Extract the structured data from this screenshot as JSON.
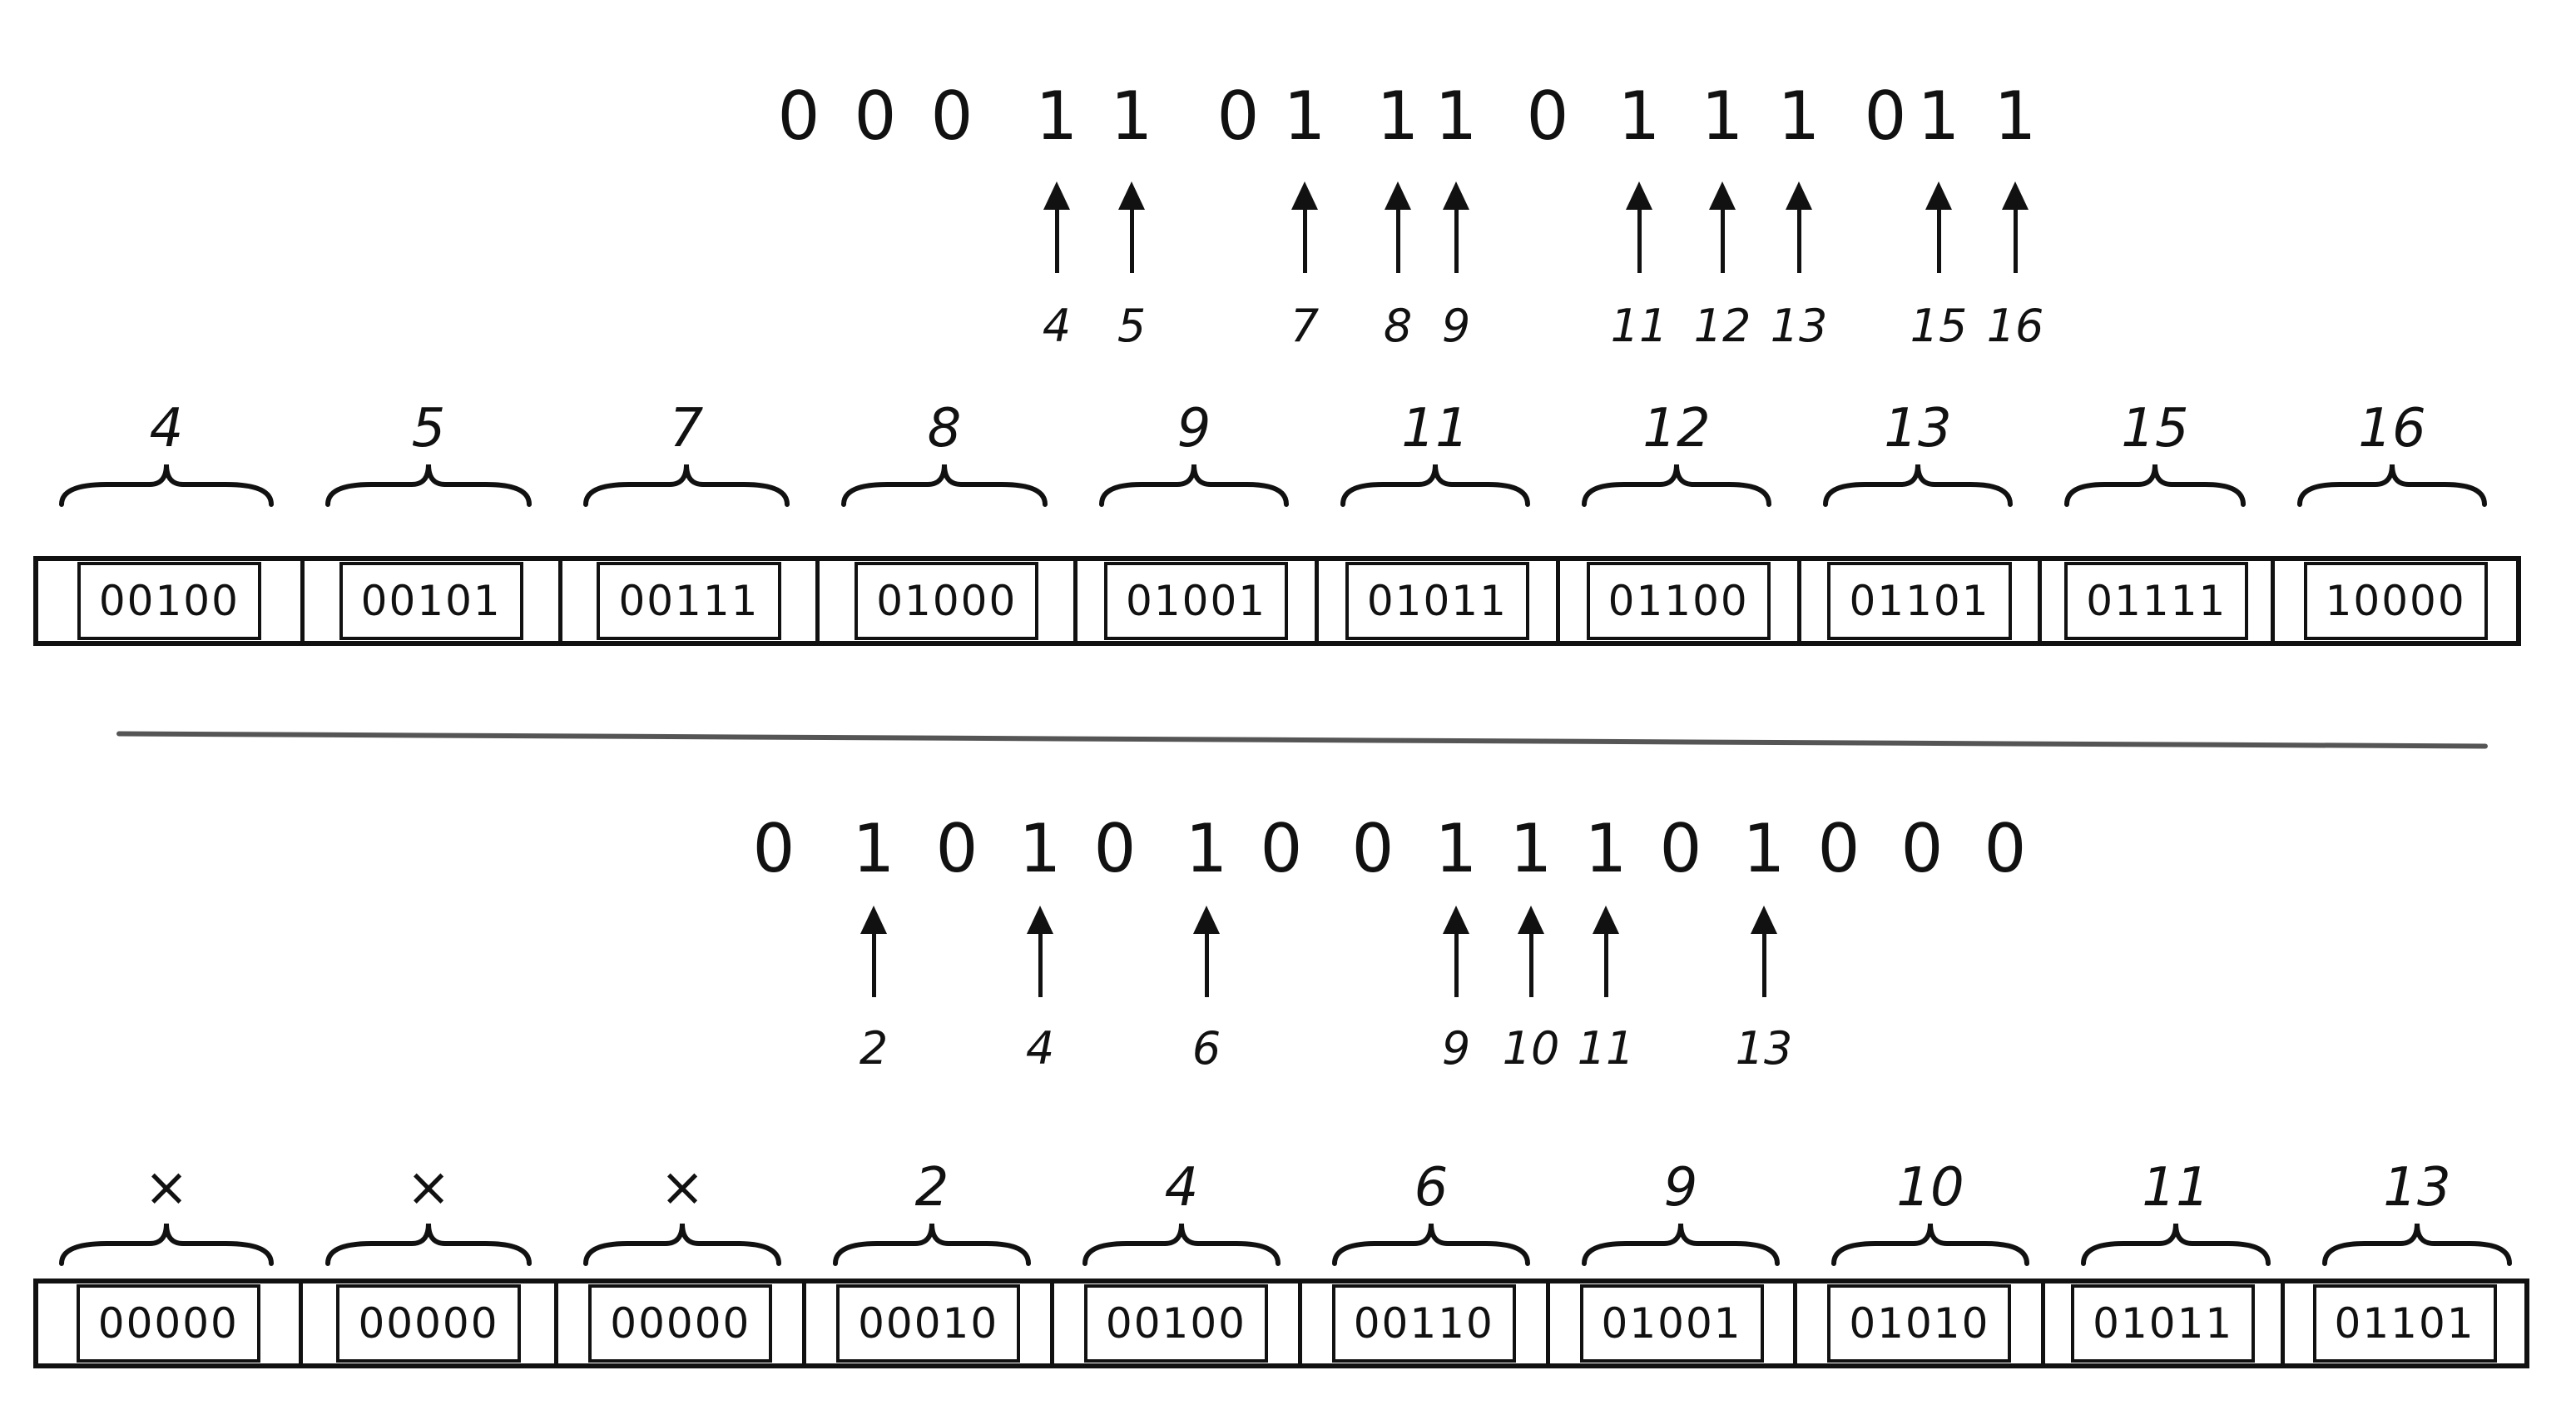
{
  "top": {
    "bits": [
      "0",
      "0",
      "0",
      "1",
      "1",
      "0",
      "1",
      "1",
      "1",
      "0",
      "1",
      "1",
      "1",
      "0",
      "1",
      "1"
    ],
    "arrows": [
      {
        "bit_index": 3,
        "label": "4"
      },
      {
        "bit_index": 4,
        "label": "5"
      },
      {
        "bit_index": 6,
        "label": "7"
      },
      {
        "bit_index": 7,
        "label": "8"
      },
      {
        "bit_index": 8,
        "label": "9"
      },
      {
        "bit_index": 10,
        "label": "11"
      },
      {
        "bit_index": 11,
        "label": "12"
      },
      {
        "bit_index": 12,
        "label": "13"
      },
      {
        "bit_index": 14,
        "label": "15"
      },
      {
        "bit_index": 15,
        "label": "16"
      }
    ],
    "cells": [
      {
        "label": "4",
        "code": "00100"
      },
      {
        "label": "5",
        "code": "00101"
      },
      {
        "label": "7",
        "code": "00111"
      },
      {
        "label": "8",
        "code": "01000"
      },
      {
        "label": "9",
        "code": "01001"
      },
      {
        "label": "11",
        "code": "01011"
      },
      {
        "label": "12",
        "code": "01100"
      },
      {
        "label": "13",
        "code": "01101"
      },
      {
        "label": "15",
        "code": "01111"
      },
      {
        "label": "16",
        "code": "10000"
      }
    ]
  },
  "bottom": {
    "bits": [
      "0",
      "1",
      "0",
      "1",
      "0",
      "1",
      "0",
      "0",
      "1",
      "1",
      "1",
      "0",
      "1",
      "0",
      "0",
      "0"
    ],
    "arrows": [
      {
        "bit_index": 1,
        "label": "2"
      },
      {
        "bit_index": 3,
        "label": "4"
      },
      {
        "bit_index": 5,
        "label": "6"
      },
      {
        "bit_index": 8,
        "label": "9"
      },
      {
        "bit_index": 9,
        "label": "10"
      },
      {
        "bit_index": 10,
        "label": "11"
      },
      {
        "bit_index": 12,
        "label": "13"
      }
    ],
    "cells": [
      {
        "label": "×",
        "code": "00000"
      },
      {
        "label": "×",
        "code": "00000"
      },
      {
        "label": "×",
        "code": "00000"
      },
      {
        "label": "2",
        "code": "00010"
      },
      {
        "label": "4",
        "code": "00100"
      },
      {
        "label": "6",
        "code": "00110"
      },
      {
        "label": "9",
        "code": "01001"
      },
      {
        "label": "10",
        "code": "01010"
      },
      {
        "label": "11",
        "code": "01011"
      },
      {
        "label": "13",
        "code": "01101"
      }
    ]
  }
}
